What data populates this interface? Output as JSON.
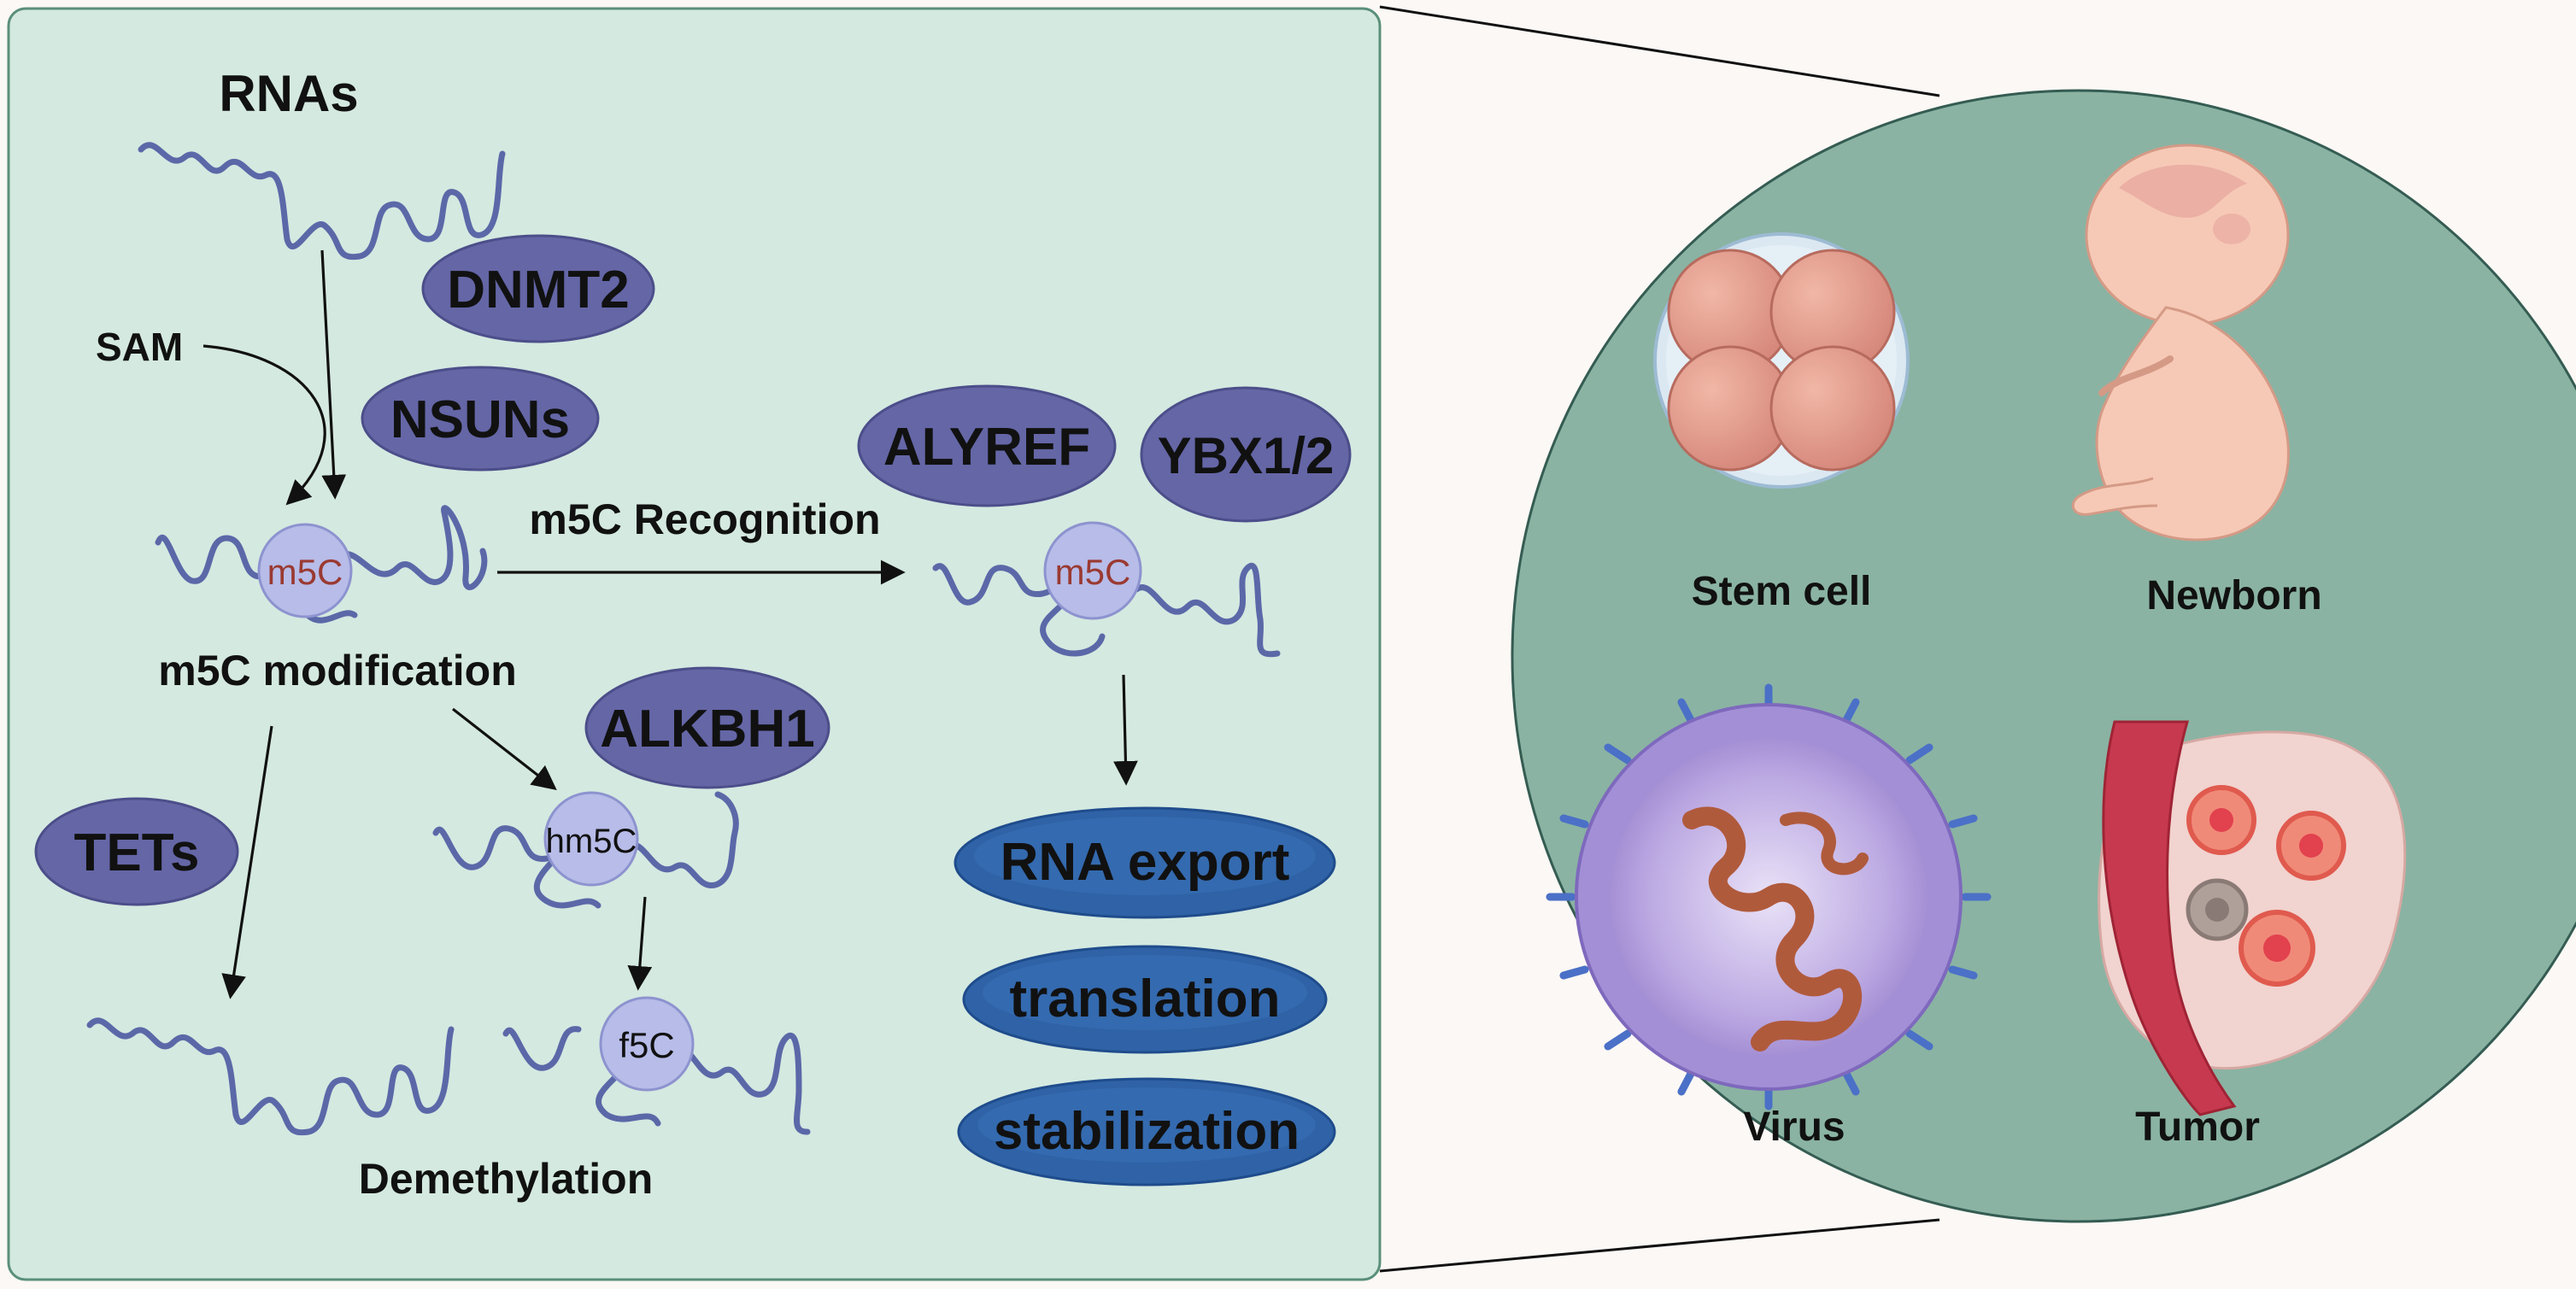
{
  "left_panel": {
    "rnas_label": "RNAs",
    "sam_label": "SAM",
    "writers": [
      "DNMT2",
      "NSUNs"
    ],
    "m5c_mark": "m5C",
    "modification_label": "m5C modification",
    "recognition_label": "m5C Recognition",
    "readers": [
      "ALYREF",
      "YBX1/2"
    ],
    "outcomes": [
      "RNA export",
      "translation",
      "stabilization"
    ],
    "erasers": [
      "ALKBH1",
      "TETs"
    ],
    "hm5c_mark": "hm5C",
    "f5c_mark": "f5C",
    "demethylation_label": "Demethylation"
  },
  "right_panel": {
    "contexts": [
      "Stem cell",
      "Newborn",
      "Virus",
      "Tumor"
    ]
  },
  "colors": {
    "left_bg": "#d4e9e0",
    "circle_bg": "#8ab3a3",
    "enzyme_oval": "#6466a6",
    "outcome_oval": "#2f62a6",
    "rna_strand": "#5b68a8",
    "mark_bubble": "#b7bce8",
    "m5c_text": "#9a3a32"
  }
}
